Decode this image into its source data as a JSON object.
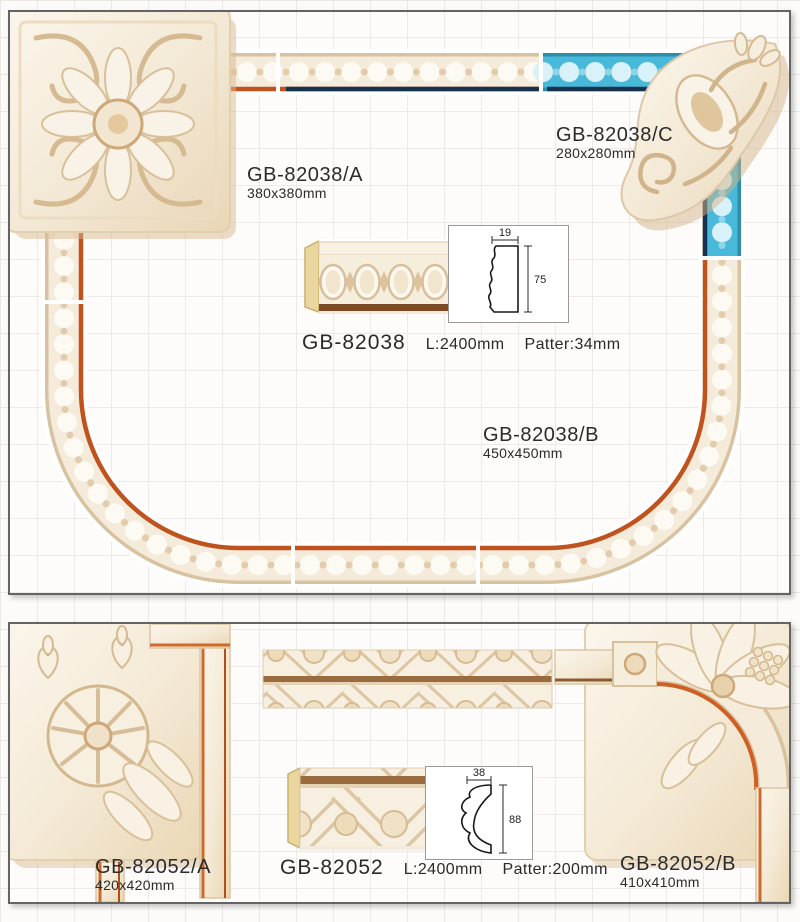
{
  "top": {
    "corner_a": {
      "code": "GB-82038/A",
      "size": "380x380mm"
    },
    "corner_c": {
      "code": "GB-82038/C",
      "size": "280x280mm"
    },
    "corner_b": {
      "code": "GB-82038/B",
      "size": "450x450mm"
    },
    "moulding": {
      "code": "GB-82038",
      "length": "L:2400mm",
      "pattern": "Patter:34mm"
    },
    "section": {
      "width": "19",
      "height": "75"
    }
  },
  "bottom": {
    "corner_a": {
      "code": "GB-82052/A",
      "size": "420x420mm"
    },
    "corner_b": {
      "code": "GB-82052/B",
      "size": "410x410mm"
    },
    "moulding": {
      "code": "GB-82052",
      "length": "L:2400mm",
      "pattern": "Patter:200mm"
    },
    "section": {
      "width": "38",
      "height": "88"
    }
  },
  "colors": {
    "cream_body": "#f4ebdb",
    "cream_shadow": "#d9c2a0",
    "accent_orange": "#c0521d",
    "accent_teal": "#49b9d9",
    "accent_navy": "#16324e",
    "panel_border": "#646464"
  }
}
